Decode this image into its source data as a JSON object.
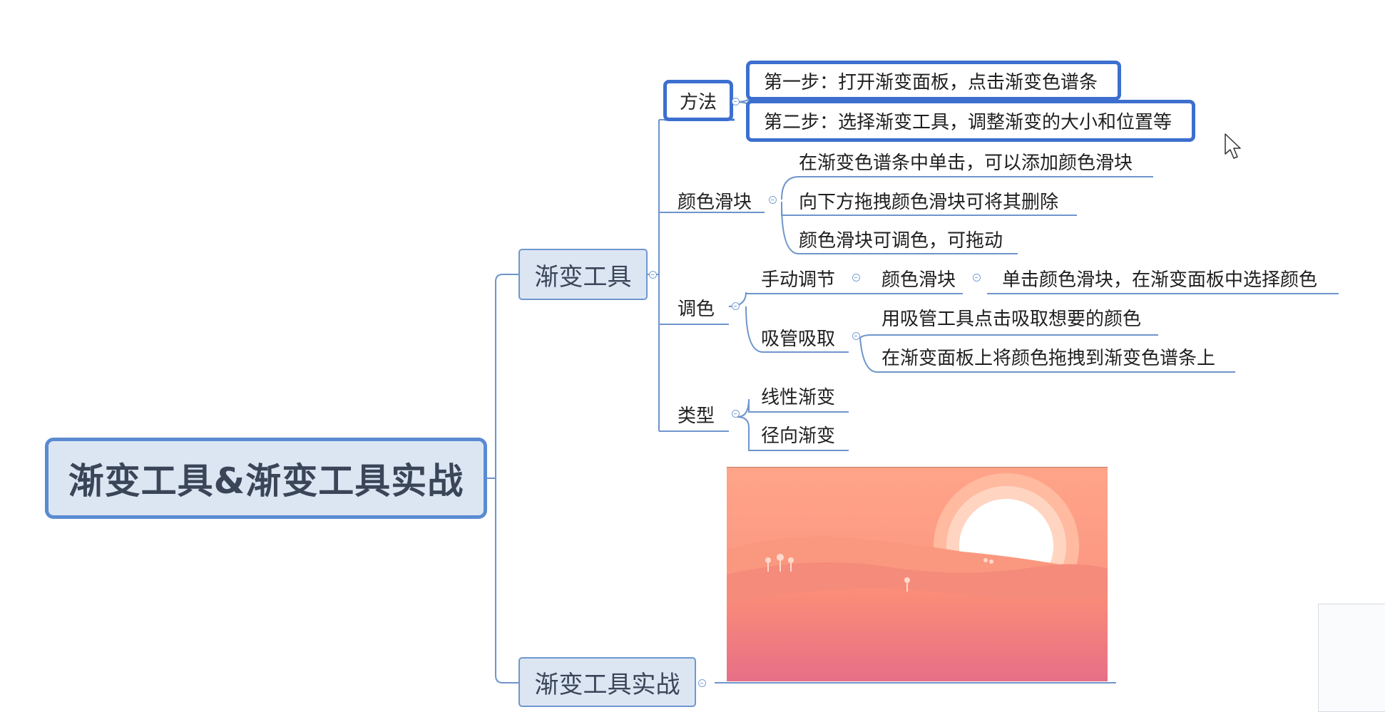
{
  "root": {
    "title": "渐变工具&渐变工具实战"
  },
  "branches": {
    "tool": {
      "label": "渐变工具",
      "method": {
        "label": "方法",
        "steps": [
          "第一步：打开渐变面板，点击渐变色谱条",
          "第二步：选择渐变工具，调整渐变的大小和位置等"
        ]
      },
      "color_slider": {
        "label": "颜色滑块",
        "items": [
          "在渐变色谱条中单击，可以添加颜色滑块",
          "向下方拖拽颜色滑块可将其删除",
          "颜色滑块可调色，可拖动"
        ]
      },
      "tone": {
        "label": "调色",
        "manual": {
          "label": "手动调节",
          "slider_label": "颜色滑块",
          "detail": "单击颜色滑块，在渐变面板中选择颜色"
        },
        "eyedropper": {
          "label": "吸管吸取",
          "items": [
            "用吸管工具点击吸取想要的颜色",
            "在渐变面板上将颜色拖拽到渐变色谱条上"
          ]
        }
      },
      "type": {
        "label": "类型",
        "items": [
          "线性渐变",
          "径向渐变"
        ]
      }
    },
    "practice": {
      "label": "渐变工具实战"
    }
  },
  "colors": {
    "line": "#6e95cb",
    "topic_fill": "#dce6f3",
    "topic_border": "#6e97cf",
    "highlight": "#3d6fcf",
    "sunset_top": "#ff9f86",
    "sunset_bottom": "#e46f86"
  },
  "icons": [
    "collapse-toggle-icon",
    "mouse-cursor-icon"
  ]
}
